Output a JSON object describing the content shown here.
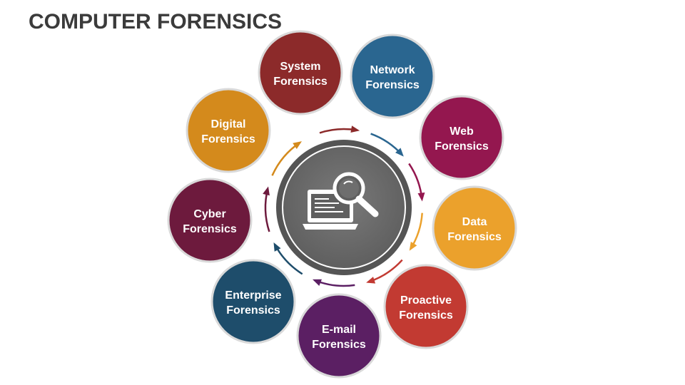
{
  "title": "COMPUTER FORENSICS",
  "center": {
    "icon": "magnifier-laptop-icon"
  },
  "nodes": [
    {
      "line1": "System",
      "line2": "Forensics",
      "color": "#8c2a2a"
    },
    {
      "line1": "Network",
      "line2": "Forensics",
      "color": "#2a6690"
    },
    {
      "line1": "Web",
      "line2": "Forensics",
      "color": "#94174f"
    },
    {
      "line1": "Data",
      "line2": "Forensics",
      "color": "#eba12c"
    },
    {
      "line1": "Proactive",
      "line2": "Forensics",
      "color": "#c23a32"
    },
    {
      "line1": "E-mail",
      "line2": "Forensics",
      "color": "#5b1f63"
    },
    {
      "line1": "Enterprise",
      "line2": "Forensics",
      "color": "#1e4d6b"
    },
    {
      "line1": "Cyber",
      "line2": "Forensics",
      "color": "#6d1a3d"
    },
    {
      "line1": "Digital",
      "line2": "Forensics",
      "color": "#d48a1c"
    }
  ]
}
